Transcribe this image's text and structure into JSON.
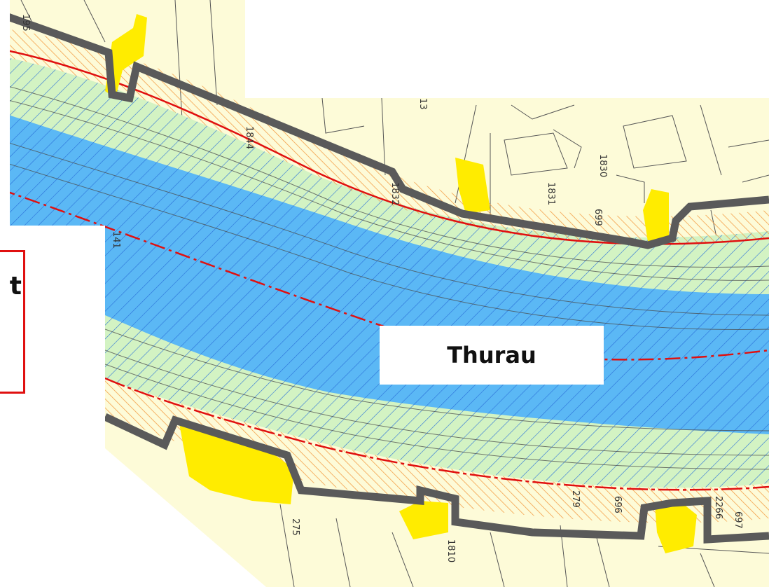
{
  "map": {
    "river_label": "Thurau",
    "callout_text_fragment": "t",
    "parcel_numbers": [
      "195",
      "1844",
      "13",
      "1832",
      "1831",
      "1830",
      "699",
      "141",
      "275",
      "1810",
      "279",
      "696",
      "2266",
      "697"
    ],
    "colors": {
      "background": "#fdfbd8",
      "water": "#5bb8f5",
      "floodplain_green": "#d3f3c3",
      "bank_orange": "#f4a04a",
      "water_hatch": "#2a6fd8",
      "protection_zone": "#5a5a5a",
      "building_highlight": "#ffec00",
      "red_boundary": "#e01010",
      "parcel_lines": "#555555"
    }
  }
}
